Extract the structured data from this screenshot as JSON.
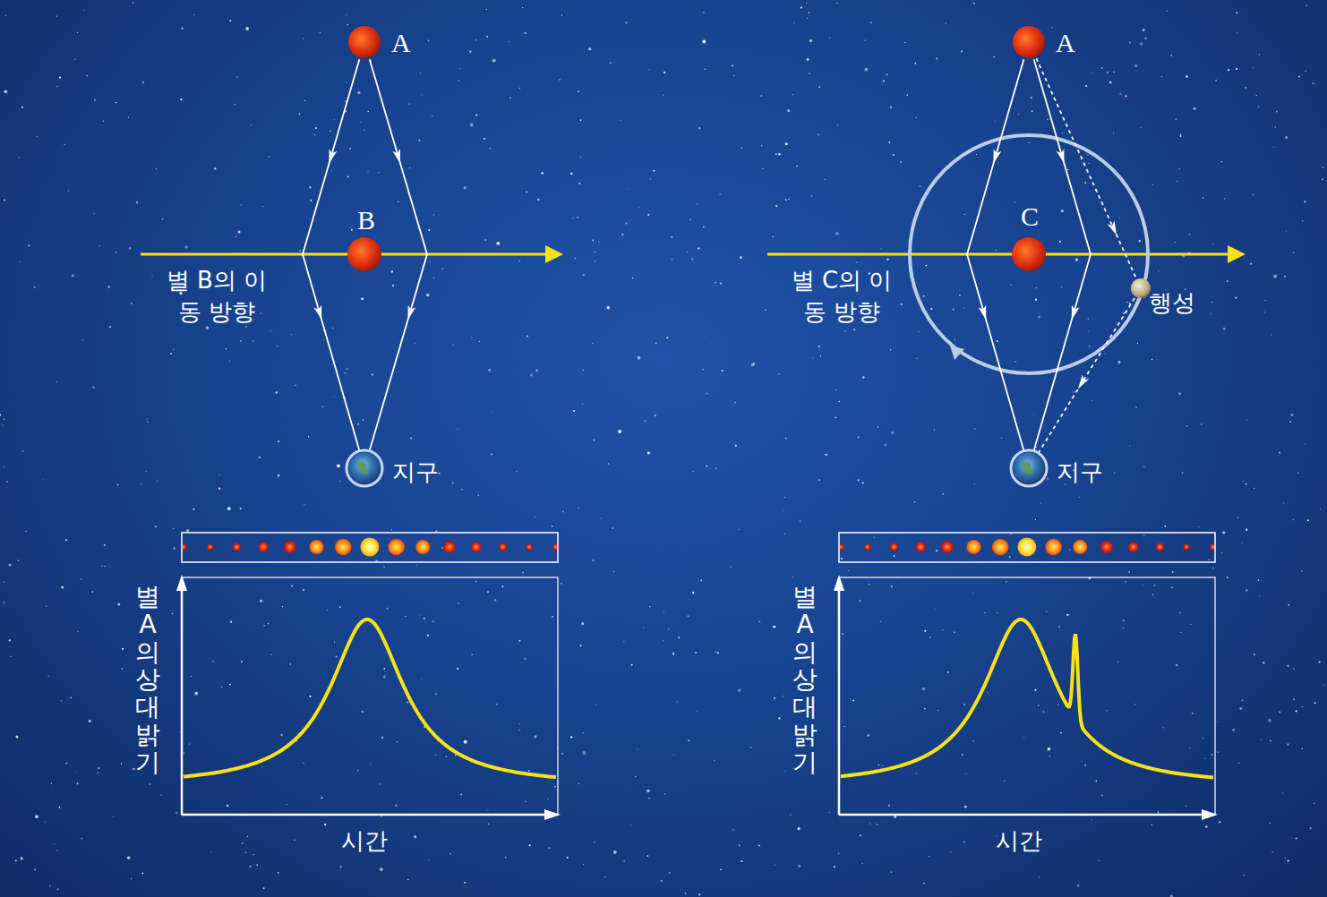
{
  "diagram": {
    "nodes": [
      {
        "text": [
          "A"
        ]
      },
      {
        "text": [
          "B"
        ]
      },
      {
        "text": [
          "지구"
        ]
      },
      {
        "text": [
          "A"
        ]
      },
      {
        "text": [
          "C"
        ]
      },
      {
        "text": [
          "행성"
        ]
      },
      {
        "text": [
          "지구"
        ]
      }
    ],
    "edges": [
      {
        "from": 0,
        "to": 2,
        "arrow": "to"
      },
      {
        "from": 0,
        "to": 2,
        "arrow": "to"
      },
      {
        "from": 3,
        "to": 6,
        "arrow": "to"
      },
      {
        "from": 3,
        "to": 6,
        "arrow": "to"
      },
      {
        "from": 3,
        "to": 5,
        "arrow": "to"
      },
      {
        "from": 5,
        "to": 6,
        "arrow": "to"
      }
    ],
    "labels": [
      "별 B의 이동 방향",
      "별 C의 이동 방향",
      "별 A의 상대 밝기",
      "시간",
      "별 A의 상대 밝기",
      "시간"
    ]
  }
}
